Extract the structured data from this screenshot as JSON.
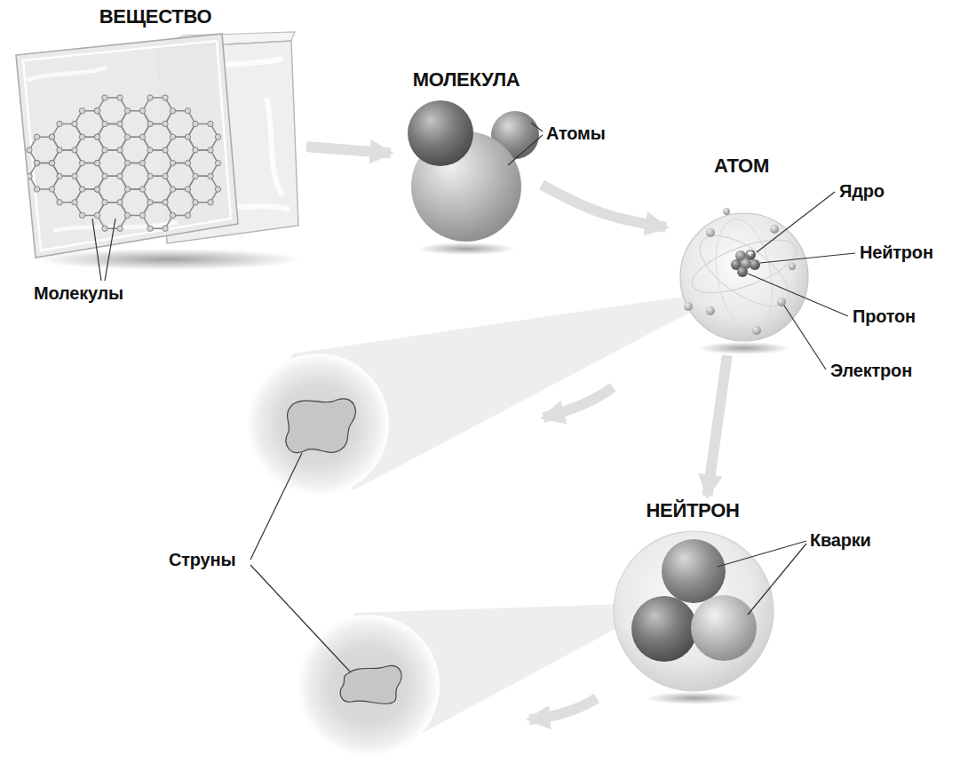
{
  "diagram": {
    "nodes": [
      {
        "text": [
          "ВЕЩЕСТВО"
        ]
      },
      {
        "text": [
          "МОЛЕКУЛА"
        ]
      },
      {
        "text": [
          "АТОМ"
        ]
      },
      {
        "text": [
          "НЕЙТРОН"
        ]
      }
    ],
    "edges": [
      {
        "from": 0,
        "to": 1,
        "arrow": "to"
      },
      {
        "from": 1,
        "to": 2,
        "arrow": "to"
      },
      {
        "from": 2,
        "to": 3,
        "arrow": "to"
      }
    ],
    "labels": [
      "Молекулы",
      "Атомы",
      "Ядро",
      "Нейтрон",
      "Протон",
      "Электрон",
      "Кварки",
      "Струны"
    ]
  }
}
